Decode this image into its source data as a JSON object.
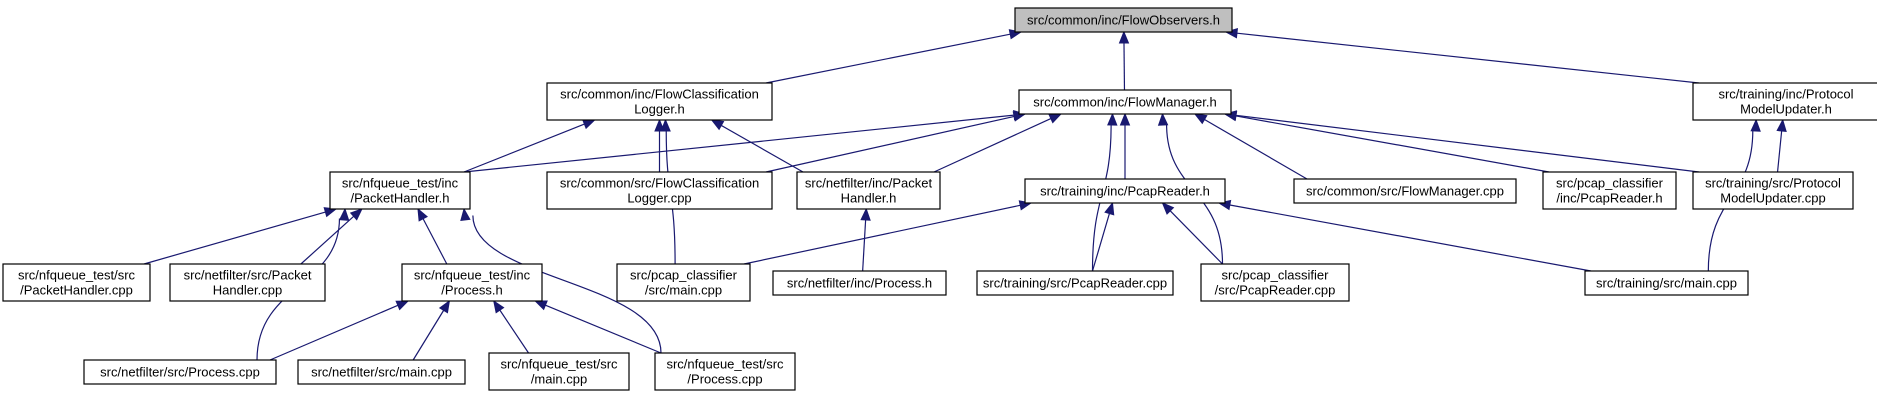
{
  "colors": {
    "root_fill": "#bfbfbf",
    "node_fill": "#ffffff",
    "border": "#000000",
    "edge": "#191970"
  },
  "nodes": [
    {
      "id": "flowobservers",
      "name": "node-flow-observers-h",
      "lines": [
        "src/common/inc/FlowObservers.h"
      ],
      "root": true
    },
    {
      "id": "fcl_h",
      "name": "node-flow-classification-logger-h",
      "lines": [
        "src/common/inc/FlowClassification",
        "Logger.h"
      ]
    },
    {
      "id": "flowmanager_h",
      "name": "node-flow-manager-h",
      "lines": [
        "src/common/inc/FlowManager.h"
      ]
    },
    {
      "id": "pmu_h",
      "name": "node-protocol-model-updater-h",
      "lines": [
        "src/training/inc/Protocol",
        "ModelUpdater.h"
      ]
    },
    {
      "id": "nfq_ph_h",
      "name": "node-nfqueue-packet-handler-h",
      "lines": [
        "src/nfqueue_test/inc",
        "/PacketHandler.h"
      ]
    },
    {
      "id": "fcl_cpp",
      "name": "node-flow-classification-logger-cpp",
      "lines": [
        "src/common/src/FlowClassification",
        "Logger.cpp"
      ]
    },
    {
      "id": "nf_ph_h",
      "name": "node-netfilter-packet-handler-h",
      "lines": [
        "src/netfilter/inc/Packet",
        "Handler.h"
      ]
    },
    {
      "id": "pcapreader_h",
      "name": "node-training-pcap-reader-h",
      "lines": [
        "src/training/inc/PcapReader.h"
      ]
    },
    {
      "id": "flowmanager_cpp",
      "name": "node-flow-manager-cpp",
      "lines": [
        "src/common/src/FlowManager.cpp"
      ]
    },
    {
      "id": "pcc_pr_h",
      "name": "node-pcap-classifier-pcap-reader-h",
      "lines": [
        "src/pcap_classifier",
        "/inc/PcapReader.h"
      ]
    },
    {
      "id": "pmu_cpp",
      "name": "node-protocol-model-updater-cpp",
      "lines": [
        "src/training/src/Protocol",
        "ModelUpdater.cpp"
      ]
    },
    {
      "id": "nfq_ph_cpp",
      "name": "node-nfqueue-packet-handler-cpp",
      "lines": [
        "src/nfqueue_test/src",
        "/PacketHandler.cpp"
      ]
    },
    {
      "id": "nf_ph_cpp",
      "name": "node-netfilter-packet-handler-cpp",
      "lines": [
        "src/netfilter/src/Packet",
        "Handler.cpp"
      ]
    },
    {
      "id": "nfq_proc_h",
      "name": "node-nfqueue-process-h",
      "lines": [
        "src/nfqueue_test/inc",
        "/Process.h"
      ]
    },
    {
      "id": "pcc_main",
      "name": "node-pcap-classifier-main-cpp",
      "lines": [
        "src/pcap_classifier",
        "/src/main.cpp"
      ]
    },
    {
      "id": "nf_proc_h",
      "name": "node-netfilter-process-h",
      "lines": [
        "src/netfilter/inc/Process.h"
      ]
    },
    {
      "id": "tr_pr_cpp",
      "name": "node-training-pcap-reader-cpp",
      "lines": [
        "src/training/src/PcapReader.cpp"
      ]
    },
    {
      "id": "pcc_pr_cpp",
      "name": "node-pcap-classifier-pcap-reader-cpp",
      "lines": [
        "src/pcap_classifier",
        "/src/PcapReader.cpp"
      ]
    },
    {
      "id": "tr_main",
      "name": "node-training-main-cpp",
      "lines": [
        "src/training/src/main.cpp"
      ]
    },
    {
      "id": "nf_proc_cpp",
      "name": "node-netfilter-process-cpp",
      "lines": [
        "src/netfilter/src/Process.cpp"
      ]
    },
    {
      "id": "nf_main",
      "name": "node-netfilter-main-cpp",
      "lines": [
        "src/netfilter/src/main.cpp"
      ]
    },
    {
      "id": "nfq_main",
      "name": "node-nfqueue-main-cpp",
      "lines": [
        "src/nfqueue_test/src",
        "/main.cpp"
      ]
    },
    {
      "id": "nfq_proc_cpp",
      "name": "node-nfqueue-process-cpp",
      "lines": [
        "src/nfqueue_test/src",
        "/Process.cpp"
      ]
    }
  ],
  "edges": [
    {
      "from": "fcl_h",
      "to": "flowobservers"
    },
    {
      "from": "flowmanager_h",
      "to": "flowobservers"
    },
    {
      "from": "pmu_h",
      "to": "flowobservers"
    },
    {
      "from": "nfq_ph_h",
      "to": "fcl_h"
    },
    {
      "from": "fcl_cpp",
      "to": "fcl_h"
    },
    {
      "from": "nf_ph_h",
      "to": "fcl_h"
    },
    {
      "from": "pcc_main",
      "to": "fcl_h"
    },
    {
      "from": "nfq_ph_h",
      "to": "flowmanager_h"
    },
    {
      "from": "fcl_cpp",
      "to": "flowmanager_h"
    },
    {
      "from": "nf_ph_h",
      "to": "flowmanager_h"
    },
    {
      "from": "pcapreader_h",
      "to": "flowmanager_h"
    },
    {
      "from": "flowmanager_cpp",
      "to": "flowmanager_h"
    },
    {
      "from": "pcc_pr_h",
      "to": "flowmanager_h"
    },
    {
      "from": "pmu_cpp",
      "to": "flowmanager_h"
    },
    {
      "from": "tr_pr_cpp",
      "to": "flowmanager_h"
    },
    {
      "from": "pcc_pr_cpp",
      "to": "flowmanager_h"
    },
    {
      "from": "pmu_cpp",
      "to": "pmu_h"
    },
    {
      "from": "tr_main",
      "to": "pmu_h"
    },
    {
      "from": "nfq_ph_cpp",
      "to": "nfq_ph_h"
    },
    {
      "from": "nf_ph_cpp",
      "to": "nfq_ph_h"
    },
    {
      "from": "nfq_proc_h",
      "to": "nfq_ph_h"
    },
    {
      "from": "nf_proc_cpp",
      "to": "nfq_ph_h"
    },
    {
      "from": "nfq_proc_cpp",
      "to": "nfq_ph_h"
    },
    {
      "from": "nf_proc_h",
      "to": "nf_ph_h"
    },
    {
      "from": "pcc_main",
      "to": "pcapreader_h"
    },
    {
      "from": "tr_pr_cpp",
      "to": "pcapreader_h"
    },
    {
      "from": "pcc_pr_cpp",
      "to": "pcapreader_h"
    },
    {
      "from": "tr_main",
      "to": "pcapreader_h"
    },
    {
      "from": "nf_proc_cpp",
      "to": "nfq_proc_h"
    },
    {
      "from": "nf_main",
      "to": "nfq_proc_h"
    },
    {
      "from": "nfq_main",
      "to": "nfq_proc_h"
    },
    {
      "from": "nfq_proc_cpp",
      "to": "nfq_proc_h"
    }
  ]
}
